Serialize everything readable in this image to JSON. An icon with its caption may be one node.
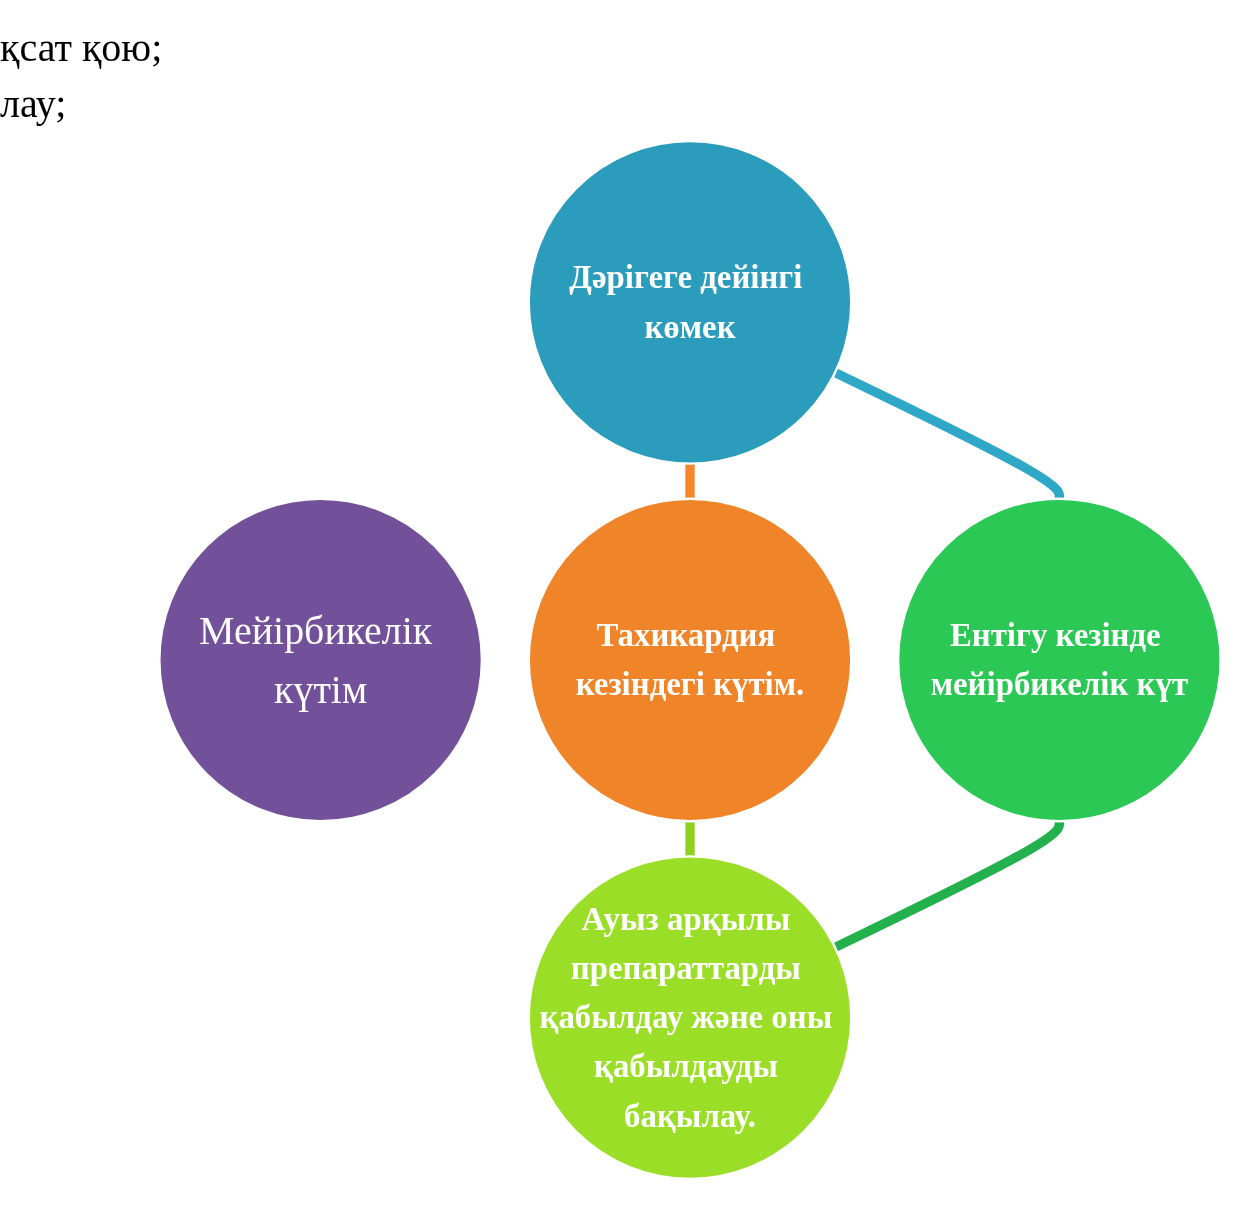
{
  "diagram": {
    "nodes": [
      {
        "text": [
          "Дәрігеге дейінгі көмек"
        ]
      },
      {
        "text": [
          "Тахикардия кезіндегі күтім."
        ]
      },
      {
        "text": [
          "Мейірбикелік күтім"
        ]
      },
      {
        "text": [
          "Ентігу кезінде мейірбикелік күт"
        ]
      },
      {
        "text": [
          "Ауыз арқылы препараттарды қабылдау және оны қабылдауды бақылау."
        ]
      }
    ],
    "edges": [
      {
        "from": 0,
        "to": 1,
        "arrow": "none",
        "color": "#f5862a"
      },
      {
        "from": 1,
        "to": 4,
        "arrow": "none",
        "color": "#8fd11f"
      },
      {
        "from": 0,
        "to": 3,
        "arrow": "none",
        "color": "#2fa8c8"
      },
      {
        "from": 3,
        "to": 4,
        "arrow": "none",
        "color": "#22b14c"
      }
    ],
    "labels": [
      "қсат қою;",
      "лау;"
    ]
  }
}
